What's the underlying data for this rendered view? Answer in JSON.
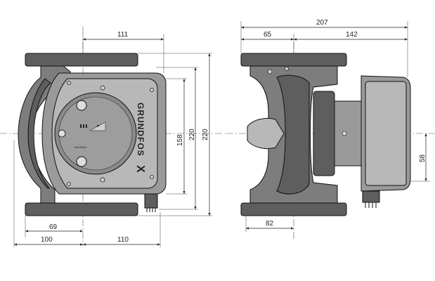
{
  "brand": {
    "logo_text": "GRUNDFOS",
    "logo_mark": "X",
    "model_label": "MAGNA3"
  },
  "front_view": {
    "dimensions": {
      "top_width": "111",
      "height_inner": "158",
      "height_mid": "220",
      "height_total": "220",
      "bottom_left_offset": "69",
      "bottom_left": "100",
      "bottom_right": "110"
    }
  },
  "side_view": {
    "dimensions": {
      "total_width": "207",
      "left_width": "65",
      "right_width": "142",
      "right_height": "58",
      "bottom_width": "82"
    }
  }
}
